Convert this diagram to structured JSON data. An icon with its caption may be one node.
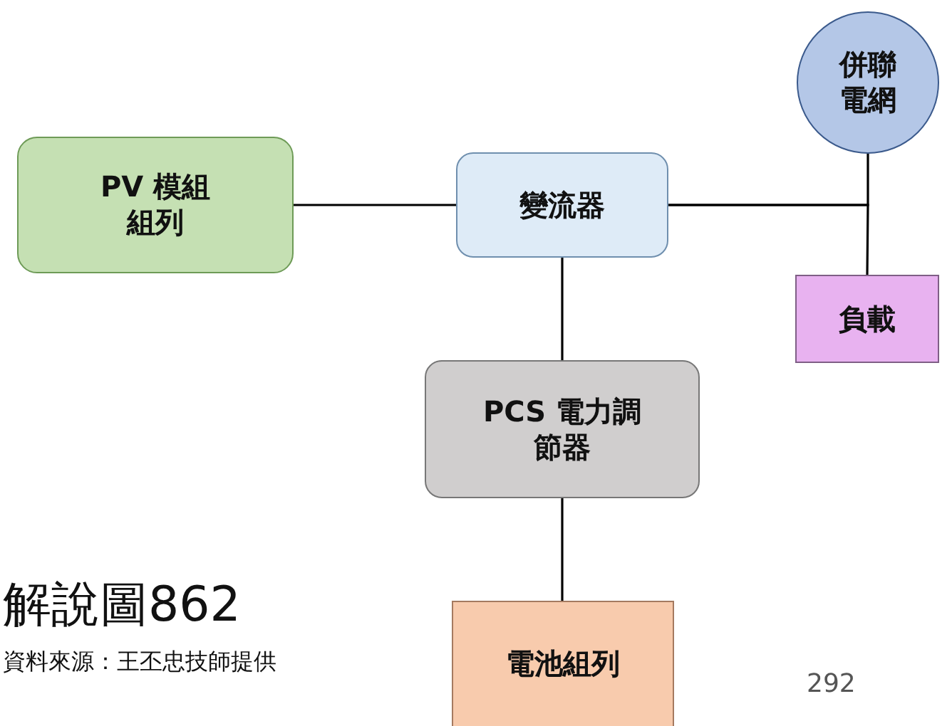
{
  "diagram": {
    "nodes": [
      {
        "text": [
          "PV 模組組列"
        ]
      },
      {
        "text": [
          "變流器"
        ]
      },
      {
        "text": [
          "併聯電網"
        ]
      },
      {
        "text": [
          "負載"
        ]
      },
      {
        "text": [
          "PCS 電力調節器"
        ]
      },
      {
        "text": [
          "電池組列"
        ]
      }
    ],
    "edges": [
      {
        "from": 0,
        "to": 1,
        "arrow": "none"
      },
      {
        "from": 1,
        "to": 2,
        "arrow": "none"
      },
      {
        "from": 1,
        "to": 3,
        "arrow": "none"
      },
      {
        "from": 1,
        "to": 4,
        "arrow": "none"
      },
      {
        "from": 4,
        "to": 5,
        "arrow": "none"
      }
    ],
    "labels": [
      "解說圖862",
      "資料來源：王丕忠技師提供",
      "292"
    ]
  }
}
